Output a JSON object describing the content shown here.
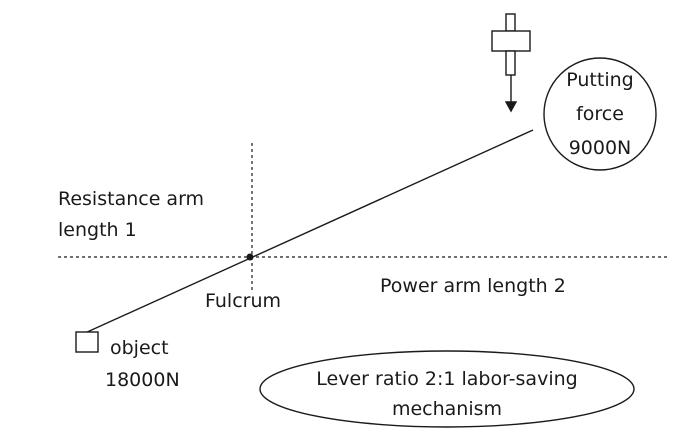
{
  "labels": {
    "putting_force_line1": "Putting",
    "putting_force_line2": "force",
    "putting_force_value": "9000N",
    "resistance_arm_line1": "Resistance arm",
    "resistance_arm_line2": "length 1",
    "fulcrum": "Fulcrum",
    "power_arm": "Power arm length 2",
    "object_label": "object",
    "object_value": "18000N",
    "ratio_line1": "Lever ratio 2:1 labor-saving",
    "ratio_line2": "mechanism"
  },
  "colors": {
    "stroke": "#1a1a1a",
    "background": "#ffffff"
  }
}
